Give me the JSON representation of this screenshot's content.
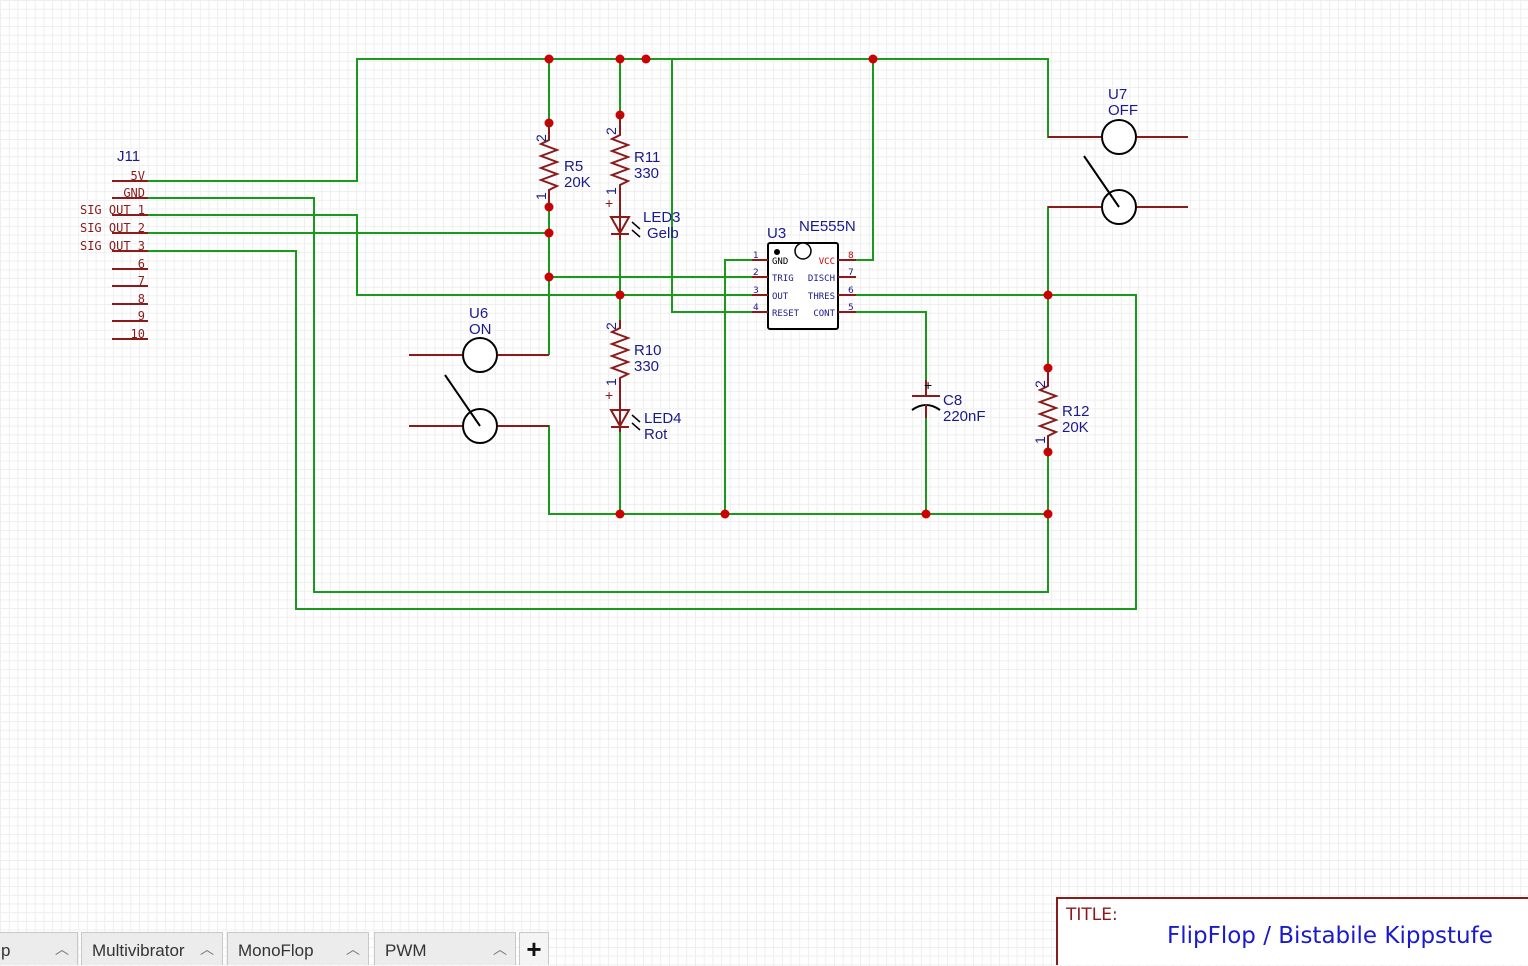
{
  "connector": {
    "ref": "J11",
    "pins": [
      "5V",
      "GND",
      "SIG OUT 1",
      "SIG OUT 2",
      "SIG OUT 3",
      "6",
      "7",
      "8",
      "9",
      "10"
    ]
  },
  "components": {
    "r5": {
      "ref": "R5",
      "value": "20K"
    },
    "r11": {
      "ref": "R11",
      "value": "330"
    },
    "r10": {
      "ref": "R10",
      "value": "330"
    },
    "r12": {
      "ref": "R12",
      "value": "20K"
    },
    "led3": {
      "ref": "LED3",
      "value": "Gelb"
    },
    "led4": {
      "ref": "LED4",
      "value": "Rot"
    },
    "c8": {
      "ref": "C8",
      "value": "220nF"
    },
    "u6": {
      "ref": "U6",
      "value": "ON"
    },
    "u7": {
      "ref": "U7",
      "value": "OFF"
    },
    "u3": {
      "ref": "U3",
      "value": "NE555N",
      "left_pins": [
        {
          "num": "1",
          "name": "GND"
        },
        {
          "num": "2",
          "name": "TRIG"
        },
        {
          "num": "3",
          "name": "OUT"
        },
        {
          "num": "4",
          "name": "RESET"
        }
      ],
      "right_pins": [
        {
          "num": "8",
          "name": "VCC"
        },
        {
          "num": "7",
          "name": "DISCH"
        },
        {
          "num": "6",
          "name": "THRES"
        },
        {
          "num": "5",
          "name": "CONT"
        }
      ]
    }
  },
  "pin_numbers": {
    "one": "1",
    "two": "2",
    "plus": "+"
  },
  "title_block": {
    "label": "TITLE:",
    "value": "FlipFlop / Bistabile Kippstufe"
  },
  "tabs": [
    {
      "label": "p"
    },
    {
      "label": "Multivibrator"
    },
    {
      "label": "MonoFlop"
    },
    {
      "label": "PWM"
    }
  ],
  "add_tab": "+",
  "colors": {
    "wire": "#1a9a1a",
    "part": "#8b1a1a",
    "junction": "#cc0000",
    "label": "#1a1a8b",
    "pin_text": "#cc0000",
    "title": "#1a1acc"
  }
}
